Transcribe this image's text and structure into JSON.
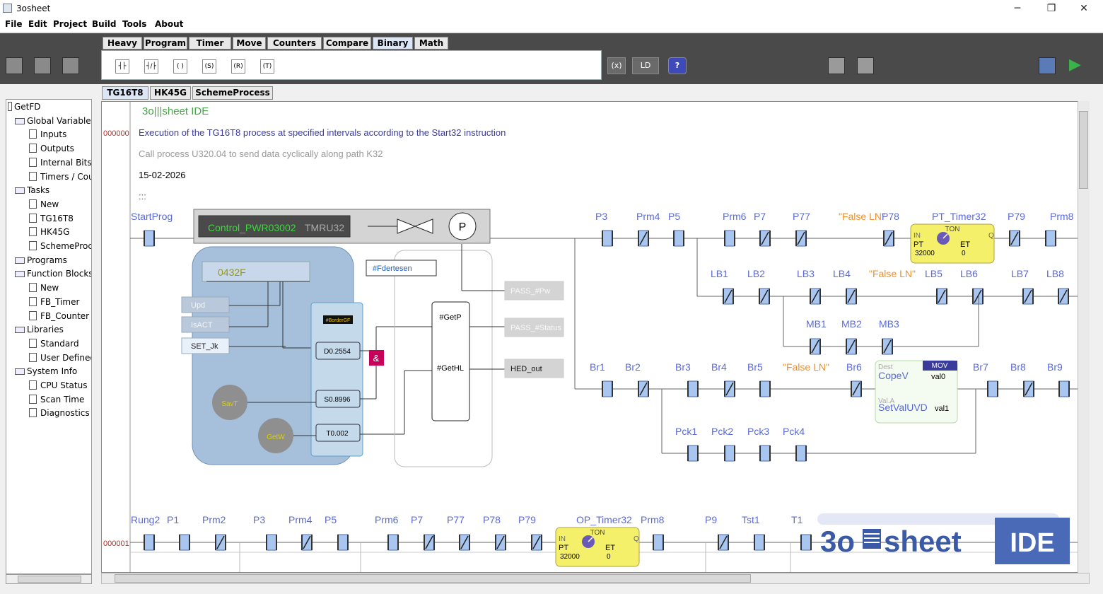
{
  "window": {
    "title": "3osheet"
  },
  "menu": [
    "File",
    "Edit",
    "Project",
    "Build",
    "Tools",
    "About"
  ],
  "palette_tabs": [
    "Heavy",
    "Program",
    "Timer",
    "Move",
    "Counters",
    "Compare",
    "Binary",
    "Math"
  ],
  "palette_items": [
    "┤├",
    "┤/├",
    "( )",
    "(S)",
    "(R)",
    "(T)"
  ],
  "toolbar_right": {
    "var_label": "(x)",
    "ld_label": "LD",
    "help_label": "?"
  },
  "tree": [
    {
      "label": "GetFD",
      "level": 0,
      "type": "root"
    },
    {
      "label": "Global Variables",
      "level": 1,
      "type": "folder"
    },
    {
      "label": "Inputs",
      "level": 2,
      "type": "file"
    },
    {
      "label": "Outputs",
      "level": 2,
      "type": "file"
    },
    {
      "label": "Internal Bits",
      "level": 2,
      "type": "file"
    },
    {
      "label": "Timers / Cou",
      "level": 2,
      "type": "file"
    },
    {
      "label": "Tasks",
      "level": 1,
      "type": "folder"
    },
    {
      "label": "New",
      "level": 2,
      "type": "file"
    },
    {
      "label": "TG16T8",
      "level": 2,
      "type": "file"
    },
    {
      "label": "HK45G",
      "level": 2,
      "type": "file"
    },
    {
      "label": "SchemeProc",
      "level": 2,
      "type": "file"
    },
    {
      "label": "Programs",
      "level": 1,
      "type": "folder"
    },
    {
      "label": "Function Blocks",
      "level": 1,
      "type": "folder"
    },
    {
      "label": "New",
      "level": 2,
      "type": "file"
    },
    {
      "label": "FB_Timer",
      "level": 2,
      "type": "file"
    },
    {
      "label": "FB_Counter",
      "level": 2,
      "type": "file"
    },
    {
      "label": "Libraries",
      "level": 1,
      "type": "folder"
    },
    {
      "label": "Standard",
      "level": 2,
      "type": "file"
    },
    {
      "label": "User Defined",
      "level": 2,
      "type": "file"
    },
    {
      "label": "System Info",
      "level": 1,
      "type": "folder"
    },
    {
      "label": "CPU Status",
      "level": 2,
      "type": "file"
    },
    {
      "label": "Scan Time",
      "level": 2,
      "type": "file"
    },
    {
      "label": "Diagnostics",
      "level": 2,
      "type": "file"
    }
  ],
  "editor_tabs": [
    "TG16T8",
    "HK45G",
    "SchemeProcess"
  ],
  "editor": {
    "header": "3o|||sheet IDE",
    "rung0_number": "000000",
    "rung1_number": "000001",
    "comment1": "Execution of the TG16T8 process at specified intervals according to the Start32 instruction",
    "comment2": "Call process U320.04 to send data cyclically along path K32",
    "date": "15-02-2026",
    "ellipsis": ":::"
  },
  "rung0": {
    "start": "StartProg",
    "block_title": "Control_PWR03002",
    "block_sub": "TMRU32",
    "valve_label": "P",
    "fb_id": "0432F",
    "inputs": [
      "Upd",
      "IsACT",
      "SET_Jk"
    ],
    "inner_title": "#BorderGF",
    "inner_vals": [
      "D0.2554",
      "S0.8996",
      "T0.002"
    ],
    "and_label": "&",
    "circles": [
      "SavT",
      "GetW"
    ],
    "ftag": "#Fdertesen",
    "get_labels": [
      "#GetP",
      "#GetHL"
    ],
    "outputs": [
      "PASS_#Pw",
      "PASS_#Status",
      "HED_out"
    ],
    "row1": [
      "P3",
      "Prm4",
      "P5",
      "Prm6",
      "P7",
      "P77",
      "\"False LN\"",
      "P78",
      "PT_Timer32",
      "P79",
      "Prm8"
    ],
    "row2": [
      "LB1",
      "LB2",
      "LB3",
      "LB4",
      "\"False LN\"",
      "LB5",
      "LB6",
      "LB7",
      "LB8"
    ],
    "row3": [
      "MB1",
      "MB2",
      "MB3"
    ],
    "row4": [
      "Br1",
      "Br2",
      "Br3",
      "Br4",
      "Br5",
      "\"False LN\"",
      "Br6",
      "Br7",
      "Br8",
      "Br9"
    ],
    "row5": [
      "Pck1",
      "Pck2",
      "Pck3",
      "Pck4"
    ],
    "timer": {
      "type": "TON",
      "in": "IN",
      "q": "Q",
      "pt": "PT",
      "et": "ET",
      "pt_val": "32000",
      "et_val": "0"
    },
    "mov": {
      "type": "MOV",
      "dest_lbl": "Dest",
      "dest": "CopeV",
      "dest_val": "val0",
      "val_lbl": "Val.A",
      "val": "SetValUVD",
      "val_val": "val1"
    }
  },
  "rung1": {
    "labels": [
      "Rung2",
      "P1",
      "Prm2",
      "P3",
      "Prm4",
      "P5",
      "Prm6",
      "P7",
      "P77",
      "P78",
      "P79",
      "OP_Timer32",
      "Prm8",
      "P9",
      "Tst1",
      "T1"
    ],
    "timer": {
      "type": "TON",
      "in": "IN",
      "q": "Q",
      "pt": "PT",
      "et": "ET",
      "pt_val": "32000",
      "et_val": "0"
    }
  },
  "watermark": {
    "text1": "3o",
    "text2": "sheet",
    "text3": "IDE"
  },
  "colors": {
    "blue_label": "#5a6ad8",
    "orange_label": "#f0902a",
    "green_text": "#47a447",
    "comment_blue": "#3a3aa8",
    "timer_yellow": "#f5f06a",
    "block_blue": "#a6c0dc",
    "and_magenta": "#c8005a"
  }
}
